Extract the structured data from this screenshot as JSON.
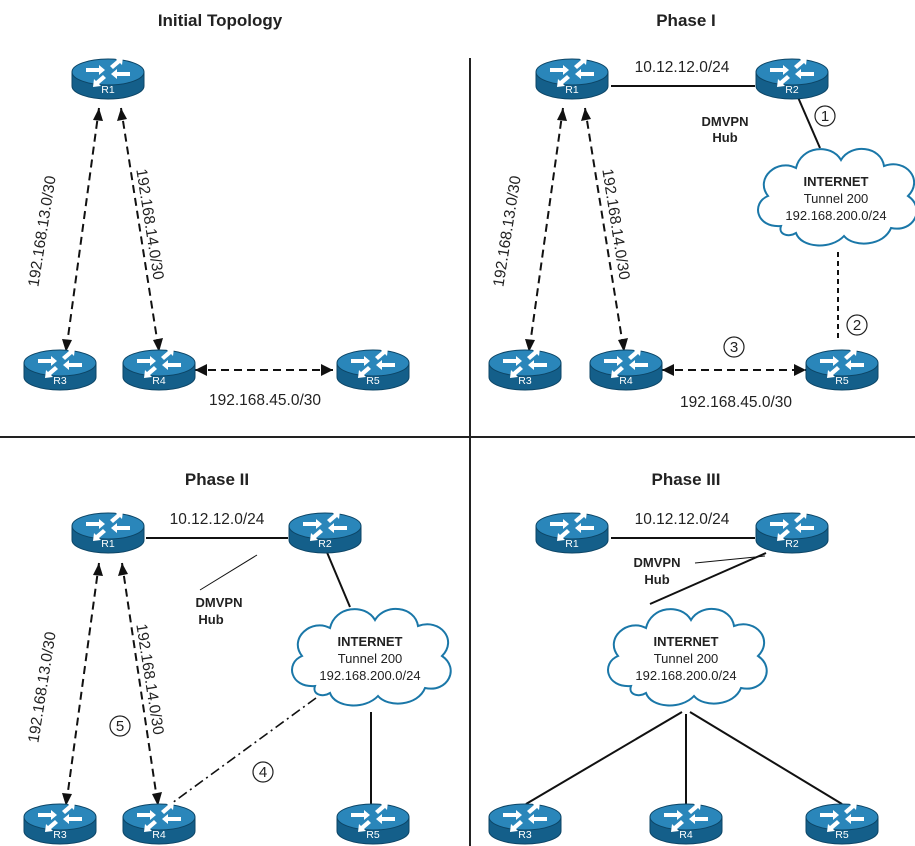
{
  "quadrants": {
    "initial": {
      "title": "Initial Topology",
      "routers": [
        "R1",
        "R3",
        "R4",
        "R5"
      ],
      "links": {
        "r1_r3": "192.168.13.0/30",
        "r1_r4": "192.168.14.0/30",
        "r4_r5": "192.168.45.0/30"
      }
    },
    "phase1": {
      "title": "Phase I",
      "routers": [
        "R1",
        "R2",
        "R3",
        "R4",
        "R5"
      ],
      "links": {
        "r1_r2": "10.12.12.0/24",
        "r1_r3": "192.168.13.0/30",
        "r1_r4": "192.168.14.0/30",
        "r4_r5": "192.168.45.0/30"
      },
      "hub_label": [
        "DMVPN",
        "Hub"
      ],
      "cloud": [
        "INTERNET",
        "Tunnel 200",
        "192.168.200.0/24"
      ],
      "steps": [
        "1",
        "2",
        "3"
      ]
    },
    "phase2": {
      "title": "Phase II",
      "routers": [
        "R1",
        "R2",
        "R3",
        "R4",
        "R5"
      ],
      "links": {
        "r1_r2": "10.12.12.0/24",
        "r1_r3": "192.168.13.0/30",
        "r1_r4": "192.168.14.0/30"
      },
      "hub_label": [
        "DMVPN",
        "Hub"
      ],
      "cloud": [
        "INTERNET",
        "Tunnel 200",
        "192.168.200.0/24"
      ],
      "steps": [
        "4",
        "5"
      ]
    },
    "phase3": {
      "title": "Phase III",
      "routers": [
        "R1",
        "R2",
        "R3",
        "R4",
        "R5"
      ],
      "links": {
        "r1_r2": "10.12.12.0/24"
      },
      "hub_label": [
        "DMVPN",
        "Hub"
      ],
      "cloud": [
        "INTERNET",
        "Tunnel 200",
        "192.168.200.0/24"
      ]
    }
  },
  "colors": {
    "router": "#1a77a8",
    "line": "#111111"
  }
}
